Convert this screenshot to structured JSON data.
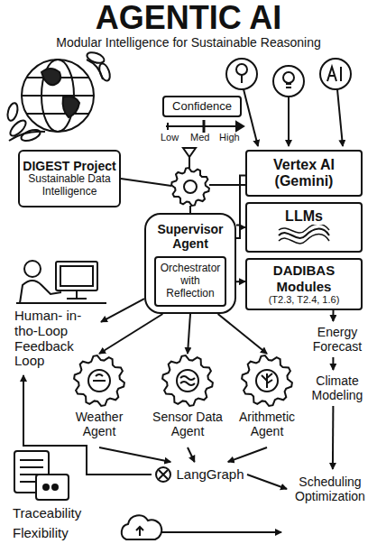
{
  "diagram": {
    "title": "AGENTIC AI",
    "nodes": [
      {
        "text": [
          "DIGEST Project",
          "Sustainable Data Intelligence"
        ]
      },
      {
        "text": [
          "Confidence"
        ]
      },
      {
        "text": [
          "Vertex AI (Gemini)"
        ]
      },
      {
        "text": [
          "LLMs"
        ]
      },
      {
        "text": [
          "DADIBAS Modules",
          "(T2.3, T2.4, 1.6)"
        ]
      },
      {
        "text": [
          "Supervisor Agent"
        ]
      },
      {
        "text": [
          "Orchestrator with Reflection"
        ],
        "in": 5
      },
      {
        "text": [
          "Weather Agent"
        ]
      },
      {
        "text": [
          "Sensor Data Agent"
        ]
      },
      {
        "text": [
          "Arithmetic Agent"
        ]
      },
      {
        "text": [
          "Energy Forecast"
        ]
      },
      {
        "text": [
          "Climate Modeling"
        ]
      },
      {
        "text": [
          "Scheduling Optimization"
        ]
      },
      {
        "text": [
          "Human- in-tho-Loop Feedback Loop"
        ]
      },
      {
        "text": [
          "LangGraph"
        ]
      }
    ],
    "edges": [
      {
        "from": 5,
        "to": 2,
        "arrow": "none"
      },
      {
        "from": 5,
        "to": 3,
        "arrow": "to"
      },
      {
        "from": 5,
        "to": 4,
        "arrow": "to"
      },
      {
        "from": 4,
        "to": 10,
        "arrow": "to"
      },
      {
        "from": 10,
        "to": 11,
        "arrow": "to"
      },
      {
        "from": 11,
        "to": 12,
        "arrow": "to"
      },
      {
        "from": 5,
        "to": 7,
        "arrow": "to"
      },
      {
        "from": 5,
        "to": 8,
        "arrow": "to"
      },
      {
        "from": 5,
        "to": 9,
        "arrow": "to"
      },
      {
        "from": 5,
        "to": 13,
        "arrow": "to"
      },
      {
        "from": 7,
        "to": 14,
        "arrow": "to"
      },
      {
        "from": 8,
        "to": 14,
        "arrow": "to"
      },
      {
        "from": 9,
        "to": 14,
        "arrow": "to"
      },
      {
        "from": 14,
        "to": 13,
        "arrow": "to"
      },
      {
        "from": 14,
        "to": 12,
        "arrow": "to"
      }
    ],
    "labels": [
      "Modular Intelligence for Sustainable Reasoning",
      "Low",
      "Med",
      "High",
      "Traceability",
      "Flexibility"
    ]
  }
}
